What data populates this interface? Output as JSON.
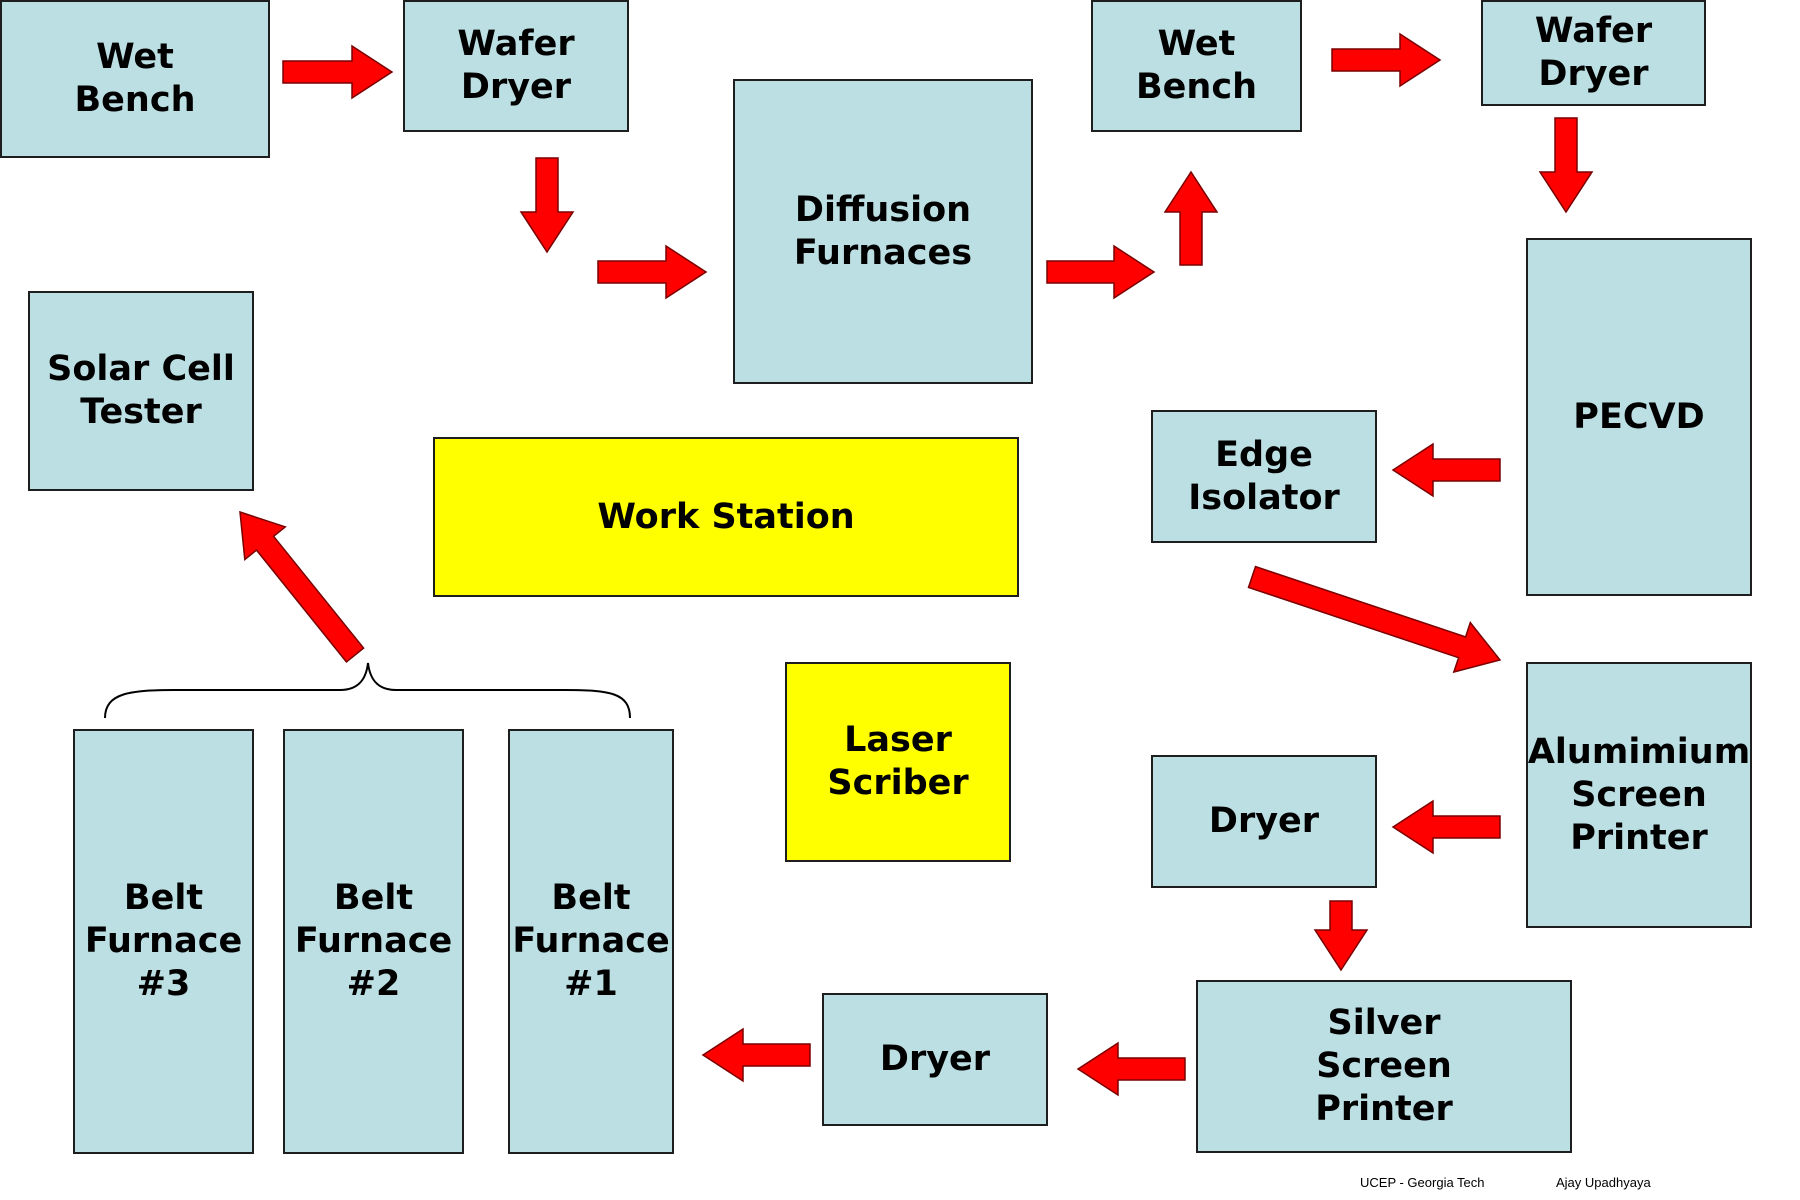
{
  "colors": {
    "box_fill": "#bcdfe3",
    "highlight_fill": "#ffff00",
    "arrow_fill": "#ff0000"
  },
  "boxes": {
    "wet_bench_1": "Wet\nBench",
    "wafer_dryer_1": "Wafer\nDryer",
    "diffusion_furnaces": "Diffusion\nFurnaces",
    "wet_bench_2": "Wet\nBench",
    "wafer_dryer_2": "Wafer\nDryer",
    "solar_cell_tester": "Solar Cell\nTester",
    "work_station": "Work Station",
    "edge_isolator": "Edge\nIsolator",
    "pecvd": "PECVD",
    "laser_scriber": "Laser\nScriber",
    "alumimium_screen_printer": "Alumimium\nScreen\nPrinter",
    "dryer_1": "Dryer",
    "belt_furnace_3": "Belt\nFurnace\n#3",
    "belt_furnace_2": "Belt\nFurnace\n#2",
    "belt_furnace_1": "Belt\nFurnace\n#1",
    "dryer_2": "Dryer",
    "silver_screen_printer": "Silver\nScreen\nPrinter"
  },
  "footer": {
    "left": "UCEP - Georgia Tech",
    "right": "Ajay Upadhyaya"
  }
}
